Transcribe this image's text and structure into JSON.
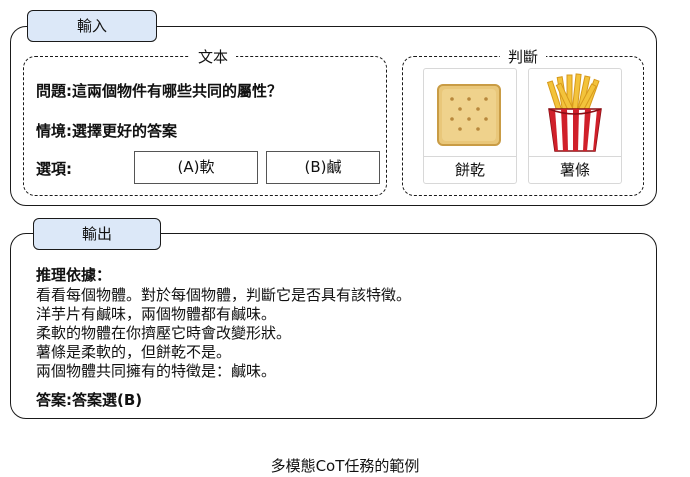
{
  "input": {
    "tab_label": "輸入",
    "text_section_title": "文本",
    "question": "問題:這兩個物件有哪些共同的屬性？",
    "context": "情境:選擇更好的答案",
    "options_label": "選項:",
    "options": [
      "(A)軟",
      "(B)鹹"
    ],
    "image_section_title": "判斷",
    "images": [
      {
        "label": "餅乾",
        "icon": "cracker-icon"
      },
      {
        "label": "薯條",
        "icon": "fries-icon"
      }
    ]
  },
  "output": {
    "tab_label": "輸出",
    "reasoning_title": "推理依據：",
    "reasoning_lines": [
      "看看每個物體。對於每個物體，判斷它是否具有該特徵。",
      "洋芋片有鹹味，兩個物體都有鹹味。",
      "柔軟的物體在你擠壓它時會改變形狀。",
      "薯條是柔軟的，但餅乾不是。",
      "兩個物體共同擁有的特徵是：鹹味。"
    ],
    "answer": "答案:答案選(B)"
  },
  "caption": "多模態CoT任務的範例",
  "colors": {
    "tab_fill": "#dce8f8",
    "cracker": "#e9c77a",
    "fries_red": "#d0202a",
    "fries_gold": "#f3c33b"
  }
}
